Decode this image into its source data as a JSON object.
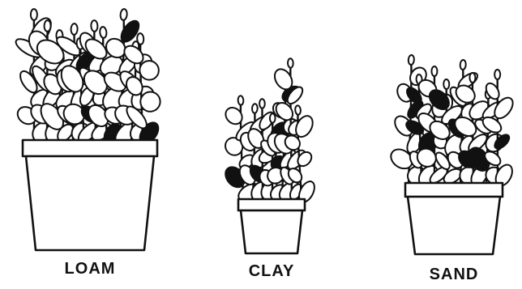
{
  "figure": {
    "plants": [
      {
        "key": "loam",
        "label": "LOAM"
      },
      {
        "key": "clay",
        "label": "CLAY"
      },
      {
        "key": "sand",
        "label": "SAND"
      }
    ]
  }
}
